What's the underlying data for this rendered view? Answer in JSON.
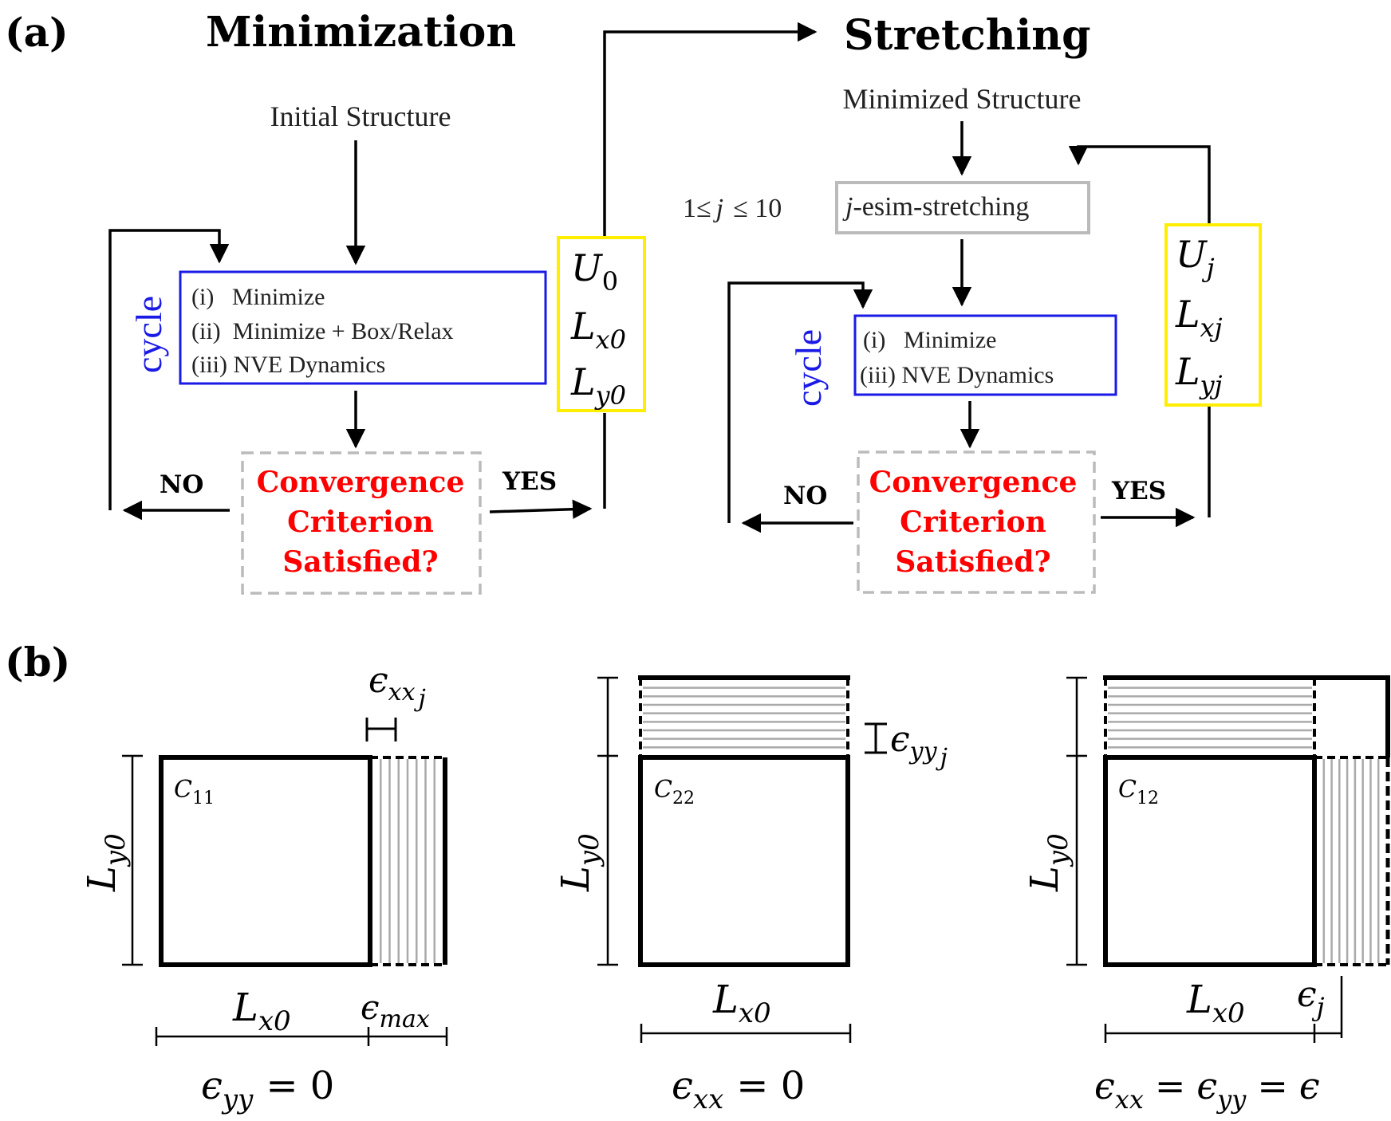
{
  "panel_a": {
    "label": "(a)",
    "minimization": {
      "title": "Minimization",
      "initial": "Initial Structure",
      "cycle": "cycle",
      "steps": [
        "(i)   Minimize",
        "(ii)  Minimize + Box/Relax",
        "(iii) NVE Dynamics"
      ],
      "convergence": [
        "Convergence",
        "Criterion",
        "Satisfied?"
      ],
      "no": "NO",
      "yes": "YES",
      "outputs": [
        {
          "main": "U",
          "sub": "0"
        },
        {
          "main": "L",
          "sub": "x0"
        },
        {
          "main": "L",
          "sub": "y0"
        }
      ]
    },
    "stretching": {
      "title": "Stretching",
      "initial": "Minimized Structure",
      "range_prefix": "1≤",
      "range_var": "j",
      "range_suffix": "≤ 10",
      "stretch_var": "j",
      "stretch_rest": "-esim-stretching",
      "cycle": "cycle",
      "steps": [
        "(i)   Minimize",
        "(iii) NVE Dynamics"
      ],
      "convergence": [
        "Convergence",
        "Criterion",
        "Satisfied?"
      ],
      "no": "NO",
      "yes": "YES",
      "outputs": [
        {
          "main": "U",
          "sub": "j"
        },
        {
          "main": "L",
          "sub": "xj"
        },
        {
          "main": "L",
          "sub": "yj"
        }
      ]
    }
  },
  "panel_b": {
    "label": "(b)",
    "c11": {
      "name": "C",
      "name_sub": "11",
      "ly": "L",
      "ly_sub": "y0",
      "lx": "L",
      "lx_sub": "x0",
      "emax": "ϵ",
      "emax_sub": "max",
      "exxj": "ϵ",
      "exxj_sub": "xx",
      "exxj_sub2": "j",
      "cond_lhs": "ϵ",
      "cond_sub": "yy",
      "cond_rhs": "= 0"
    },
    "c22": {
      "name": "C",
      "name_sub": "22",
      "ly": "L",
      "ly_sub": "y0",
      "lx": "L",
      "lx_sub": "x0",
      "eyyj": "ϵ",
      "eyyj_sub": "yy",
      "eyyj_sub2": "j",
      "cond_lhs": "ϵ",
      "cond_sub": "xx",
      "cond_rhs": "= 0"
    },
    "c12": {
      "name": "C",
      "name_sub": "12",
      "ly": "L",
      "ly_sub": "y0",
      "lx": "L",
      "lx_sub": "x0",
      "ej": "ϵ",
      "ej_sub": "j",
      "cond_a": "ϵ",
      "cond_a_sub": "xx",
      "cond_eq1": "=",
      "cond_b": "ϵ",
      "cond_b_sub": "yy",
      "cond_eq2": "=",
      "cond_c": "ϵ"
    }
  },
  "colors": {
    "ink": "#000000",
    "blue": "#1a1ae6",
    "red": "#ff0000",
    "yellow": "#ffee00",
    "gray": "#bbbbbb"
  }
}
